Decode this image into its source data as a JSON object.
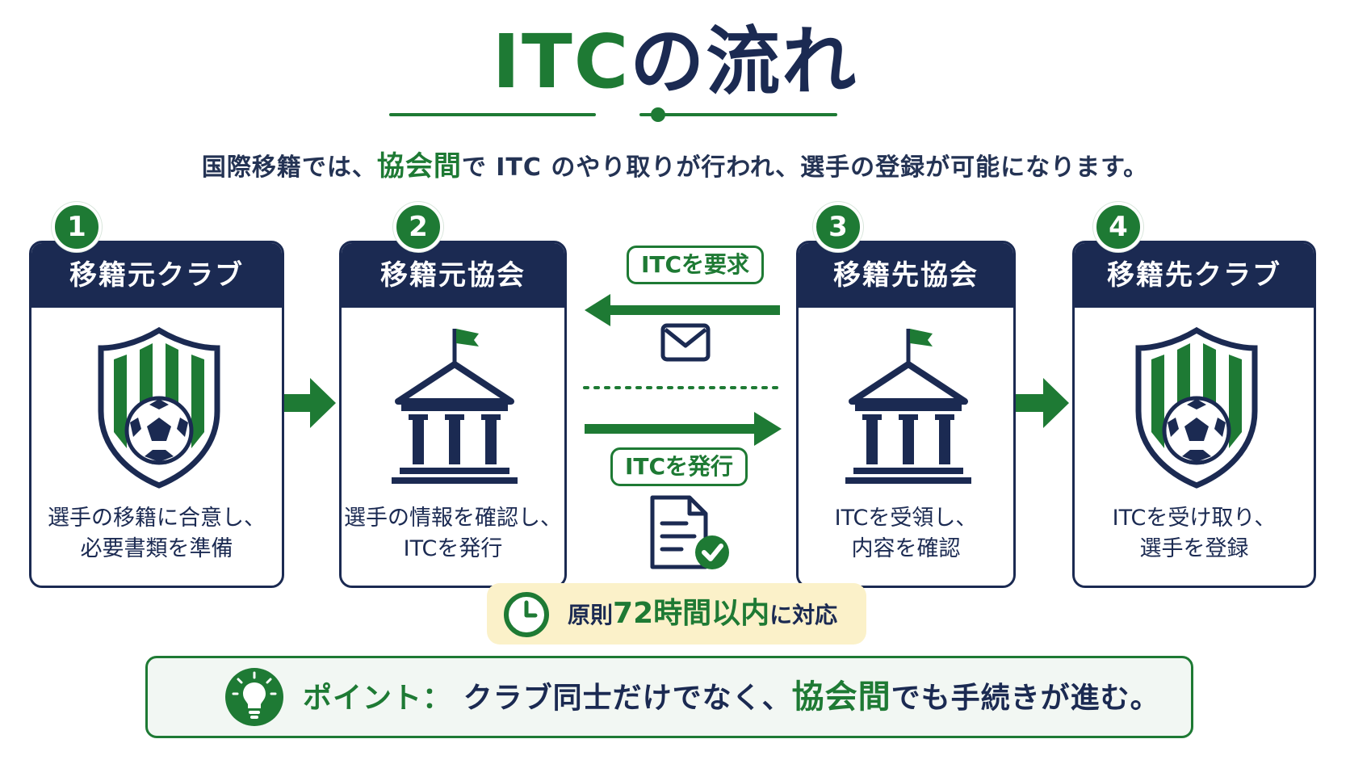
{
  "title": {
    "part1": "ITC",
    "part2": "の流れ"
  },
  "subtitle": {
    "before": "国際移籍では、",
    "highlight": "協会間",
    "after": "で ITC のやり取りが行われ、選手の登録が可能になります。"
  },
  "steps": [
    {
      "number": "1",
      "title": "移籍元クラブ",
      "icon": "club-crest-icon",
      "desc_line1": "選手の移籍に合意し、",
      "desc_line2": "必要書類を準備"
    },
    {
      "number": "2",
      "title": "移籍元協会",
      "icon": "association-building-icon",
      "desc_line1": "選手の情報を確認し、",
      "desc_line2": "ITCを発行"
    },
    {
      "number": "3",
      "title": "移籍先協会",
      "icon": "association-building-icon",
      "desc_line1": "ITCを受領し、",
      "desc_line2": "内容を確認"
    },
    {
      "number": "4",
      "title": "移籍先クラブ",
      "icon": "club-crest-icon",
      "desc_line1": "ITCを受け取り、",
      "desc_line2": "選手を登録"
    }
  ],
  "exchange": {
    "request_label": "ITCを要求",
    "request_icon": "envelope-icon",
    "issue_label": "ITCを発行",
    "issue_icon": "document-check-icon"
  },
  "time_note": {
    "before": "原則",
    "highlight": "72時間以内",
    "after": "に対応",
    "icon": "clock-icon"
  },
  "point": {
    "label": "ポイント：",
    "before": "クラブ同士だけでなく、",
    "highlight": "協会間",
    "after": "でも手続きが進む。",
    "icon": "lightbulb-icon"
  },
  "colors": {
    "green": "#1e7a34",
    "navy": "#1b2a52",
    "note_bg": "#fbf1c9"
  }
}
